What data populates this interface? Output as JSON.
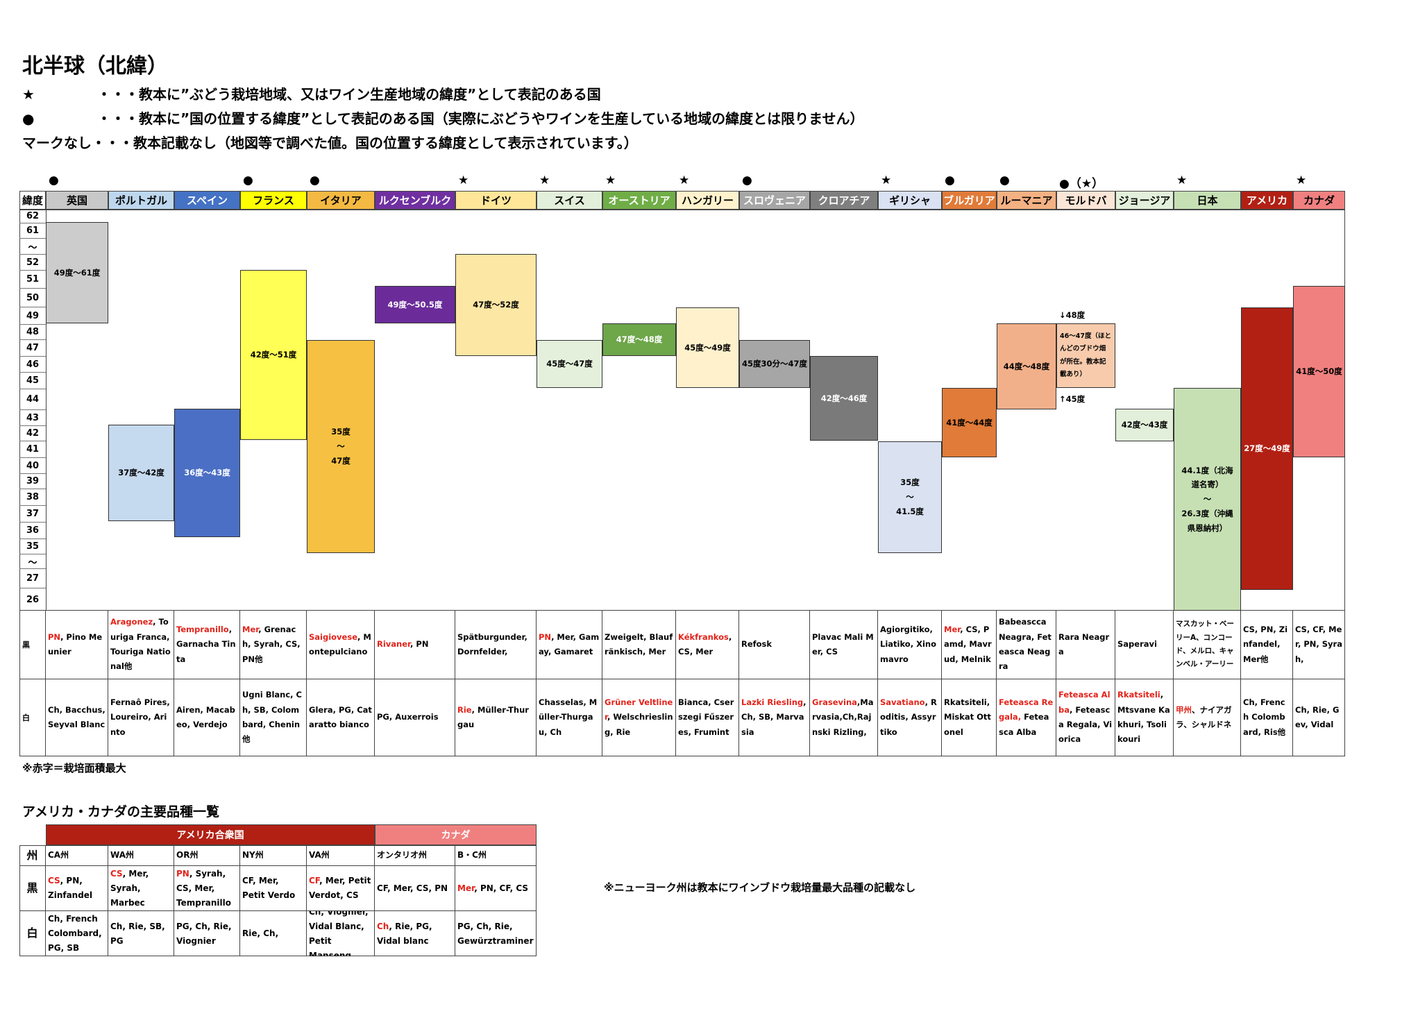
{
  "title": "北半球（北緯）",
  "legend": [
    {
      "mark": "★",
      "text": "・・・教本に”ぶどう栽培地域、又はワイン生産地域の緯度”として表記のある国"
    },
    {
      "mark": "●",
      "text": "・・・教本に”国の位置する緯度”として表記のある国（実際にぶどうやワインを生産している地域の緯度とは限りません）"
    },
    {
      "mark": "マークなし",
      "text": "・・・教本記載なし（地図等で調べた値。国の位置する緯度として表示されています。）"
    }
  ],
  "lat_header": "緯度",
  "lat_labels": [
    "62",
    "61",
    "〜",
    "52",
    "51",
    "50",
    "49",
    "48",
    "47",
    "46",
    "45",
    "44",
    "43",
    "42",
    "41",
    "40",
    "39",
    "38",
    "37",
    "36",
    "35",
    "〜",
    "27",
    "26"
  ],
  "countries": [
    {
      "name": "英国",
      "mark": "●",
      "color": "#c8c8c8",
      "text_color": "#000",
      "band": "49度〜61度",
      "band_color": "#cccccc",
      "band_text": "#000"
    },
    {
      "name": "ポルトガル",
      "mark": "",
      "color": "#bdd7ee",
      "text_color": "#000",
      "band": "37度〜42度",
      "band_color": "#c5d9ef",
      "band_text": "#000"
    },
    {
      "name": "スペイン",
      "mark": "",
      "color": "#4472c4",
      "text_color": "#fff",
      "band": "36度〜43度",
      "band_color": "#4a6fc4",
      "band_text": "#fff"
    },
    {
      "name": "フランス",
      "mark": "●",
      "color": "#ffff00",
      "text_color": "#000",
      "band": "42度〜51度",
      "band_color": "#ffff55",
      "band_text": "#000"
    },
    {
      "name": "イタリア",
      "mark": "●",
      "color": "#f4b942",
      "text_color": "#000",
      "band": "35度\n〜\n47度",
      "band_color": "#f6c142",
      "band_text": "#000"
    },
    {
      "name": "ルクセンブルク",
      "mark": "",
      "color": "#7030a0",
      "text_color": "#fff",
      "band": "49度〜50.5度",
      "band_color": "#6b2c9a",
      "band_text": "#fff"
    },
    {
      "name": "ドイツ",
      "mark": "★",
      "color": "#ffe699",
      "text_color": "#000",
      "band": "47度〜52度",
      "band_color": "#fde7a4",
      "band_text": "#000"
    },
    {
      "name": "スイス",
      "mark": "★",
      "color": "#e2efda",
      "text_color": "#000",
      "band": "45度〜47度",
      "band_color": "#e4f0dc",
      "band_text": "#000"
    },
    {
      "name": "オーストリア",
      "mark": "★",
      "color": "#70ad47",
      "text_color": "#fff",
      "band": "47度〜48度",
      "band_color": "#6ea64a",
      "band_text": "#fff"
    },
    {
      "name": "ハンガリー",
      "mark": "★",
      "color": "#fff2cc",
      "text_color": "#000",
      "band": "45度〜49度",
      "band_color": "#fff1cc",
      "band_text": "#000"
    },
    {
      "name": "スロヴェニア",
      "mark": "●",
      "color": "#a6a6a6",
      "text_color": "#fff",
      "band": "45度30分〜47度",
      "band_color": "#a6a6a6",
      "band_text": "#000"
    },
    {
      "name": "クロアチア",
      "mark": "",
      "color": "#7f7f7f",
      "text_color": "#fff",
      "band": "42度〜46度",
      "band_color": "#7a7a7a",
      "band_text": "#fff"
    },
    {
      "name": "ギリシャ",
      "mark": "★",
      "color": "#d9e1f2",
      "text_color": "#000",
      "band": "35度\n〜\n41.5度",
      "band_color": "#dae2f2",
      "band_text": "#000"
    },
    {
      "name": "ブルガリア",
      "mark": "●",
      "color": "#e07b39",
      "text_color": "#fff",
      "band": "41度〜44度",
      "band_color": "#e07b39",
      "band_text": "#000"
    },
    {
      "name": "ルーマニア",
      "mark": "●",
      "color": "#f4b183",
      "text_color": "#000",
      "band": "44度〜48度",
      "band_color": "#f2b08a",
      "band_text": "#000"
    },
    {
      "name": "モルドバ",
      "mark": "●（★）",
      "color": "#fbe5d6",
      "text_color": "#000",
      "band": "46〜47度（ほとんどのブドウ畑が所在。教本記載あり）",
      "band_color": "#f8cbad",
      "band_text": "#000"
    },
    {
      "name": "ジョージア",
      "mark": "",
      "color": "#e2efda",
      "text_color": "#000",
      "band": "42度〜43度",
      "band_color": "#e2efda",
      "band_text": "#000"
    },
    {
      "name": "日本",
      "mark": "★",
      "color": "#c6e0b4",
      "text_color": "#000",
      "band": "44.1度（北海道名寄）\n〜\n26.3度（沖縄県恩納村）",
      "band_color": "#c6e0b4",
      "band_text": "#000"
    },
    {
      "name": "アメリカ",
      "mark": "",
      "color": "#b22014",
      "text_color": "#fff",
      "band": "27度〜49度",
      "band_color": "#b22014",
      "band_text": "#fff"
    },
    {
      "name": "カナダ",
      "mark": "★",
      "color": "#f08080",
      "text_color": "#000",
      "band": "41度〜50度",
      "band_color": "#f08080",
      "band_text": "#000"
    }
  ],
  "moldova_notes": {
    "top": "↓48度",
    "bottom": "↑45度"
  },
  "row_labels": {
    "red": "黒",
    "white": "白"
  },
  "varieties": [
    {
      "red": [
        [
          "PN",
          true
        ],
        [
          ", Pino Meunier",
          false
        ]
      ],
      "white": [
        [
          "Ch, Bacchus, Seyval Blanc",
          false
        ]
      ]
    },
    {
      "red": [
        [
          "Aragonez",
          true
        ],
        [
          ", Touriga Franca, Touriga National他",
          false
        ]
      ],
      "white": [
        [
          "Fernaô Pires, Loureiro, Arinto",
          false
        ]
      ]
    },
    {
      "red": [
        [
          "Tempranillo",
          true
        ],
        [
          ", Garnacha Tinta",
          false
        ]
      ],
      "white": [
        [
          "Airen, Macabeo, Verdejo",
          false
        ]
      ]
    },
    {
      "red": [
        [
          "Mer",
          true
        ],
        [
          ", Grenach, Syrah, CS, PN他",
          false
        ]
      ],
      "white": [
        [
          "Ugni Blanc, Ch, SB, Colombard, Chenin他",
          false
        ]
      ]
    },
    {
      "red": [
        [
          "Saigiovese",
          true
        ],
        [
          ", Montepulciano",
          false
        ]
      ],
      "white": [
        [
          "Glera, PG, Cataratto bianco",
          false
        ]
      ]
    },
    {
      "red": [
        [
          "Rivaner",
          true
        ],
        [
          ", PN",
          false
        ]
      ],
      "white": [
        [
          "PG, Auxerrois",
          false
        ]
      ]
    },
    {
      "red": [
        [
          "Spätburgunder, Dornfelder,",
          false
        ]
      ],
      "white": [
        [
          "Rie",
          true
        ],
        [
          ", Müller-Thurgau",
          false
        ]
      ]
    },
    {
      "red": [
        [
          "PN",
          true
        ],
        [
          ", Mer, Gamay, Gamaret",
          false
        ]
      ],
      "white": [
        [
          "Chasselas, Müller-Thurgau, Ch",
          false
        ]
      ]
    },
    {
      "red": [
        [
          "Zweigelt, Blaufränkisch, Mer",
          false
        ]
      ],
      "white": [
        [
          "Grüner Veltliner",
          true
        ],
        [
          ", Welschriesling, Rie",
          false
        ]
      ]
    },
    {
      "red": [
        [
          "Kékfrankos",
          true
        ],
        [
          ", CS, Mer",
          false
        ]
      ],
      "white": [
        [
          "Bianca, Cserszegi Fűszeres, Frumint",
          false
        ]
      ]
    },
    {
      "red": [
        [
          "Refosk",
          false
        ]
      ],
      "white": [
        [
          "Lazki Riesling",
          true
        ],
        [
          ", Ch, SB, Marvasia",
          false
        ]
      ]
    },
    {
      "red": [
        [
          "Plavac Mali Mer, CS",
          false
        ]
      ],
      "white": [
        [
          "Grasevina",
          true
        ],
        [
          ",Marvasia,Ch,Rajnski Rizling,",
          false
        ]
      ]
    },
    {
      "red": [
        [
          "Agiorgitiko, Liatiko, Xinomavro",
          false
        ]
      ],
      "white": [
        [
          "Savatiano",
          true
        ],
        [
          ", Roditis, Assyrtiko",
          false
        ]
      ]
    },
    {
      "red": [
        [
          "Mer",
          true
        ],
        [
          ", CS, Pamd, Mavrud, Melnik",
          false
        ]
      ],
      "white": [
        [
          "Rkatsiteli, Miskat Ottonel",
          false
        ]
      ]
    },
    {
      "red": [
        [
          "Babeascca Neagra, Feteasca Neagra",
          false
        ]
      ],
      "white": [
        [
          "Feteasca Regala,",
          true
        ],
        [
          " Feteasca Alba",
          false
        ]
      ]
    },
    {
      "red": [
        [
          "Rara Neagra",
          false
        ]
      ],
      "white": [
        [
          "Feteasca Alba",
          true
        ],
        [
          ", Feteasca Regala, Viorica",
          false
        ]
      ]
    },
    {
      "red": [
        [
          "Saperavi",
          false
        ]
      ],
      "white": [
        [
          "Rkatsiteli",
          true
        ],
        [
          ", Mtsvane Kakhuri, Tsolikouri",
          false
        ]
      ]
    },
    {
      "red": [
        [
          "マスカット・ベーリーA、コンコード、メルロ、キャンベル・アーリー",
          false
        ]
      ],
      "white": [
        [
          "甲州",
          true
        ],
        [
          "、ナイアガラ、シャルドネ",
          false
        ]
      ]
    },
    {
      "red": [
        [
          "CS, PN, Zinfandel, Mer他",
          false
        ]
      ],
      "white": [
        [
          "Ch, French Colombard, Ris他",
          false
        ]
      ]
    },
    {
      "red": [
        [
          "CS, CF, Mer, PN, Syrah,",
          false
        ]
      ],
      "white": [
        [
          "Ch, Rie, Gev, Vidal",
          false
        ]
      ]
    }
  ],
  "footnote": "※赤字＝栽培面積最大",
  "subtitle": "アメリカ・カナダの主要品種一覧",
  "sub_table": {
    "group_usa": "アメリカ合衆国",
    "group_canada": "カナダ",
    "row_state": "州",
    "row_red": "黒",
    "row_white": "白",
    "states": [
      "CA州",
      "WA州",
      "OR州",
      "NY州",
      "VA州",
      "オンタリオ州",
      "B・C州"
    ],
    "red": [
      [
        [
          "CS",
          true
        ],
        [
          ", PN, Zinfandel",
          false
        ]
      ],
      [
        [
          "CS",
          true
        ],
        [
          ", Mer, Syrah, Marbec",
          false
        ]
      ],
      [
        [
          "PN",
          true
        ],
        [
          ", Syrah, CS, Mer, Tempranillo",
          false
        ]
      ],
      [
        [
          "CF, Mer, Petit Verdo",
          false
        ]
      ],
      [
        [
          "CF",
          true
        ],
        [
          ", Mer, Petit Verdot, CS",
          false
        ]
      ],
      [
        [
          "CF, Mer, CS, PN",
          false
        ]
      ],
      [
        [
          "Mer",
          true
        ],
        [
          ", PN, CF, CS",
          false
        ]
      ]
    ],
    "white": [
      [
        [
          "Ch, French Colombard, PG, SB",
          false
        ]
      ],
      [
        [
          "Ch, Rie, SB, PG",
          false
        ]
      ],
      [
        [
          "PG, Ch, Rie, Viognier",
          false
        ]
      ],
      [
        [
          "Rie, Ch,",
          false
        ]
      ],
      [
        [
          "Ch, Viognier, Vidal Blanc, Petit Manseng",
          false
        ]
      ],
      [
        [
          "Ch",
          true
        ],
        [
          ", Rie, PG, Vidal blanc",
          false
        ]
      ],
      [
        [
          "PG, Ch, Rie, Gewürztraminer",
          false
        ]
      ]
    ]
  },
  "ny_note": "※ニューヨーク州は教本にワインブドウ栽培量最大品種の記載なし",
  "colors": {
    "usa_header": "#b22014",
    "canada_header": "#f08080",
    "red_text": "#e2231a"
  }
}
